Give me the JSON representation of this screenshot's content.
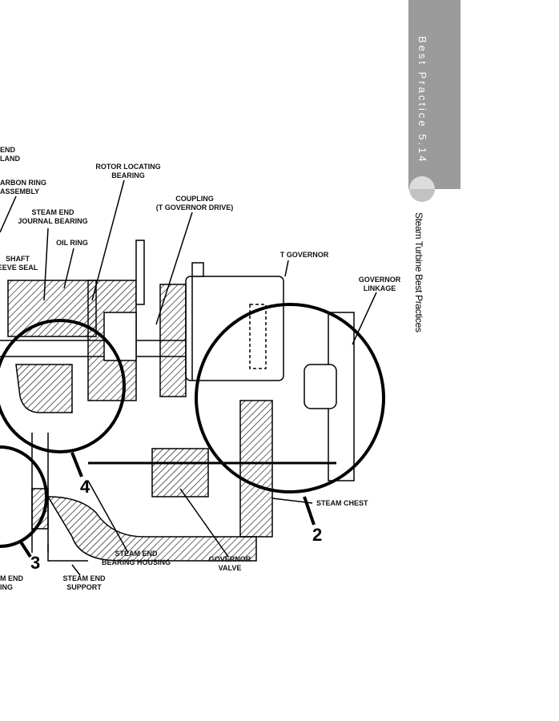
{
  "tab": {
    "section": "Best Practice 5.14",
    "running_head": "Steam Turbine Best Practices",
    "color": "#9b9b9b"
  },
  "labels": {
    "end_gland_1": "END",
    "end_gland_2": "LAND",
    "carbon_ring_1": "ARBON RING",
    "carbon_ring_2": "ASSEMBLY",
    "rotor_locating_1": "ROTOR LOCATING",
    "rotor_locating_2": "BEARING",
    "coupling_1": "COUPLING",
    "coupling_2": "(T GOVERNOR DRIVE)",
    "journal_1": "STEAM END",
    "journal_2": "JOURNAL BEARING",
    "oil_ring": "OIL RING",
    "sleeve_1": "SHAFT",
    "sleeve_2": "EEVE SEAL",
    "t_governor": "T GOVERNOR",
    "linkage_1": "GOVERNOR",
    "linkage_2": "LINKAGE",
    "steam_chest": "STEAM CHEST",
    "housing_1": "STEAM END",
    "housing_2": "BEARING HOUSING",
    "valve_1": "GOVERNOR",
    "valve_2": "VALVE",
    "casing_1": "M END",
    "casing_2": "ING",
    "support_1": "STEAM END",
    "support_2": "SUPPORT"
  },
  "callouts": {
    "two": "2",
    "three": "3",
    "four": "4"
  }
}
